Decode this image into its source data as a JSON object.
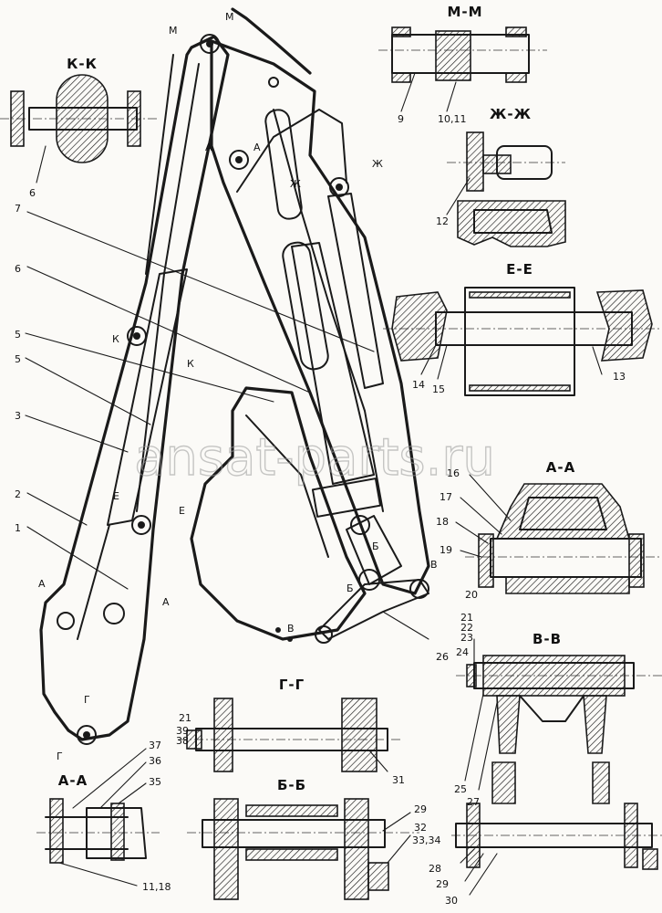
{
  "watermark": "ansat-parts.ru",
  "section_titles": {
    "kk": "К-К",
    "mm": "М-М",
    "zhzh": "Ж-Ж",
    "ee": "Е-Е",
    "aa_right": "А-А",
    "vv": "В-В",
    "gg": "Г-Г",
    "bb": "Б-Б",
    "aa_left": "А-А"
  },
  "cut_marks": {
    "m1": "М",
    "m2": "М",
    "a1": "А",
    "a2": "А",
    "zh1": "Ж",
    "zh2": "Ж",
    "k1": "К",
    "k2": "К",
    "e1": "Е",
    "e2": "Е",
    "a3": "А",
    "a4": "А",
    "b1": "Б",
    "b2": "Б",
    "v1": "В",
    "v2": "В",
    "g1": "Г",
    "g2": "Г"
  },
  "part_labels": {
    "p9": "9",
    "p1011": "10,11",
    "p6k": "6",
    "p12": "12",
    "p7": "7",
    "p6": "6",
    "p5a": "5",
    "p5b": "5",
    "p3": "3",
    "p2": "2",
    "p1": "1",
    "p14": "14",
    "p15": "15",
    "p13": "13",
    "p16": "16",
    "p17": "17",
    "p18": "18",
    "p19": "19",
    "p20": "20",
    "p21": "21",
    "p22": "22",
    "p23": "23",
    "p24": "24",
    "p25": "25",
    "p27": "27",
    "p26": "26",
    "p21g": "21",
    "p39": "39",
    "p38": "38",
    "p31": "31",
    "p37": "37",
    "p36": "36",
    "p35": "35",
    "p1118": "11,18",
    "p29a": "29",
    "p32": "32",
    "p3334": "33,34",
    "p28": "28",
    "p29b": "29",
    "p30": "30"
  }
}
